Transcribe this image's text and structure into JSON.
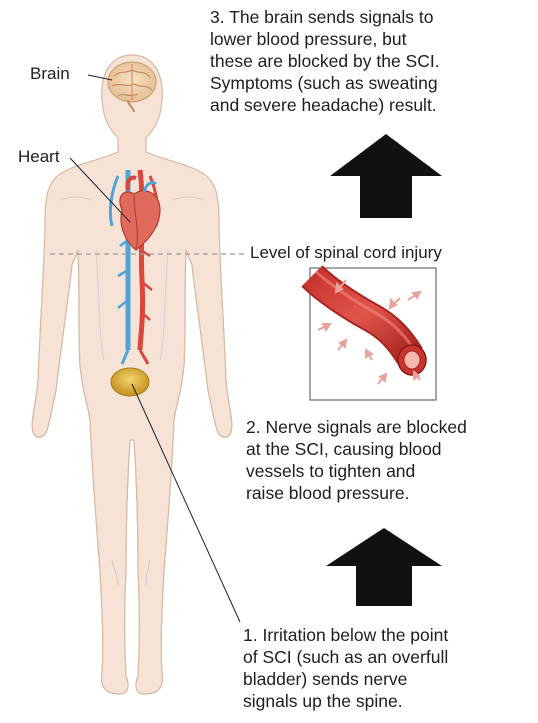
{
  "labels": {
    "brain": "Brain",
    "heart": "Heart",
    "level": "Level of spinal cord injury"
  },
  "steps": {
    "step3": "3. The brain sends signals to\n    lower blood pressure, but\n    these are blocked by the SCI.\n    Symptoms (such as sweating\n    and severe headache) result.",
    "step2": "2. Nerve signals are blocked\n    at the SCI, causing blood\n    vessels to tighten and\n    raise blood pressure.",
    "step1": "1. Irritation below the point\n    of SCI (such as an overfull\n    bladder) sends nerve\n    signals up the spine."
  },
  "colors": {
    "skin": "#f6e3d5",
    "skin_shadow": "#e9cdb8",
    "below_injury": "#e2dfe2",
    "artery": "#d9473f",
    "vein": "#4fa3d8",
    "bladder": "#e2b53a",
    "arrow": "#111111",
    "dashed_line": "#9a9a9a"
  }
}
